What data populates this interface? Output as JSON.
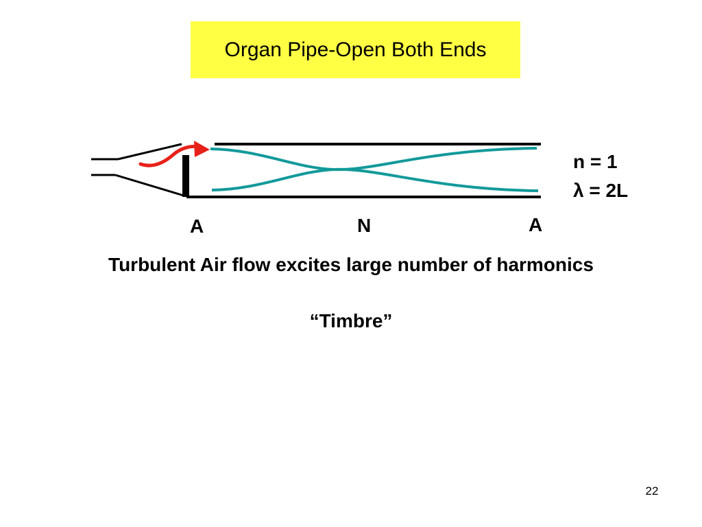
{
  "slide": {
    "title": "Organ Pipe-Open Both Ends",
    "title_background": "#ffff44",
    "mode_label": "n = 1",
    "wavelength_label": "λ = 2L",
    "node_labels": {
      "left": "A",
      "middle": "N",
      "right": "A"
    },
    "caption": "Turbulent Air flow excites large number of harmonics",
    "subcaption": "“Timbre”",
    "page_number": "22"
  },
  "colors": {
    "wave": "#12999a",
    "airflow_arrow": "#e8201a",
    "pipe": "#000000"
  },
  "icons": {
    "airflow": "curved-arrow-icon"
  }
}
